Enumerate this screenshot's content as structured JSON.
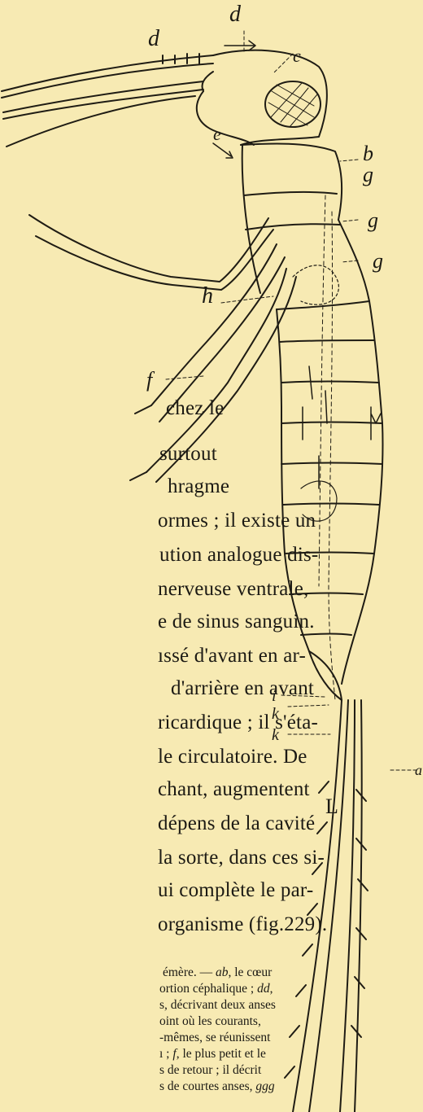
{
  "figure_labels": {
    "d_top": "d",
    "d_left": "d",
    "c": "c",
    "e": "e",
    "b": "b",
    "g1": "g",
    "g2": "g",
    "g3": "g",
    "h": "h",
    "f": "f",
    "i": "i",
    "k1": "k",
    "k2": "k",
    "a": "a",
    "l": "L"
  },
  "body_text": [
    "chez le",
    "surtout",
    "hragme",
    "ormes ; il existe un",
    "ution analogue dis-",
    "nerveuse ventrale,",
    "e de sinus sanguin.",
    "ıssé d'avant en ar-",
    "d'arrière en avant",
    "ricardique ; il s'éta-",
    "le circulatoire. De",
    "chant, augmentent",
    "dépens de la cavité",
    "la sorte, dans ces si-",
    "ui complète le par-",
    "organisme (fig.229)."
  ],
  "caption": {
    "line1": {
      "pre": "émère. — ",
      "em": "ab",
      "post": ", le cœur"
    },
    "line2": {
      "pre": "ortion céphalique ; ",
      "em": "dd",
      "post": ","
    },
    "line3": {
      "pre": "s, décrivant deux anses",
      "em": "",
      "post": ""
    },
    "line4": {
      "pre": "oint où les courants,",
      "em": "",
      "post": ""
    },
    "line5": {
      "pre": "-mêmes, se réunissent",
      "em": "",
      "post": ""
    },
    "line6": {
      "pre": "ı ; ",
      "em": "f",
      "post": ", le plus petit et le"
    },
    "line7": {
      "pre": "s de retour ; il décrit",
      "em": "",
      "post": ""
    },
    "line8": {
      "pre": "s de courtes anses, ",
      "em": "ggg",
      "post": ""
    }
  }
}
